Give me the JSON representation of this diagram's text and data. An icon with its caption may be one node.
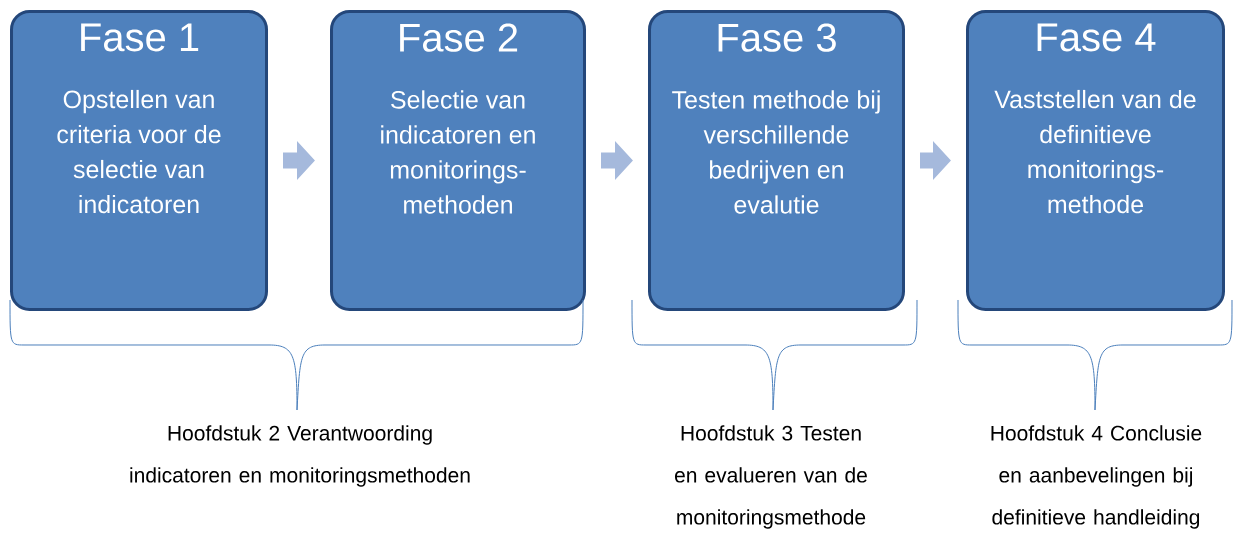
{
  "diagram": {
    "nodes": [
      {
        "text": [
          "Fase 1",
          "Opstellen van criteria voor de selectie van indicatoren"
        ]
      },
      {
        "text": [
          "Fase 2",
          "Selectie van indicatoren en monitorings-methoden"
        ]
      },
      {
        "text": [
          "Fase 3",
          "Testen methode bij verschillende bedrijven en evalutie"
        ]
      },
      {
        "text": [
          "Fase 4",
          "Vaststellen van de definitieve monitorings-methode"
        ]
      }
    ],
    "edges": [
      {
        "from": 0,
        "to": 1,
        "arrow": "to"
      },
      {
        "from": 1,
        "to": 2,
        "arrow": "to"
      },
      {
        "from": 2,
        "to": 3,
        "arrow": "to"
      }
    ],
    "labels": [
      "Hoofdstuk 2 Verantwoording indicatoren en monitoringsmethoden",
      "Hoofdstuk 3 Testen en evalueren van de monitoringsmethode",
      "Hoofdstuk 4 Conclusie en aanbevelingen bij definitieve handleiding"
    ]
  }
}
